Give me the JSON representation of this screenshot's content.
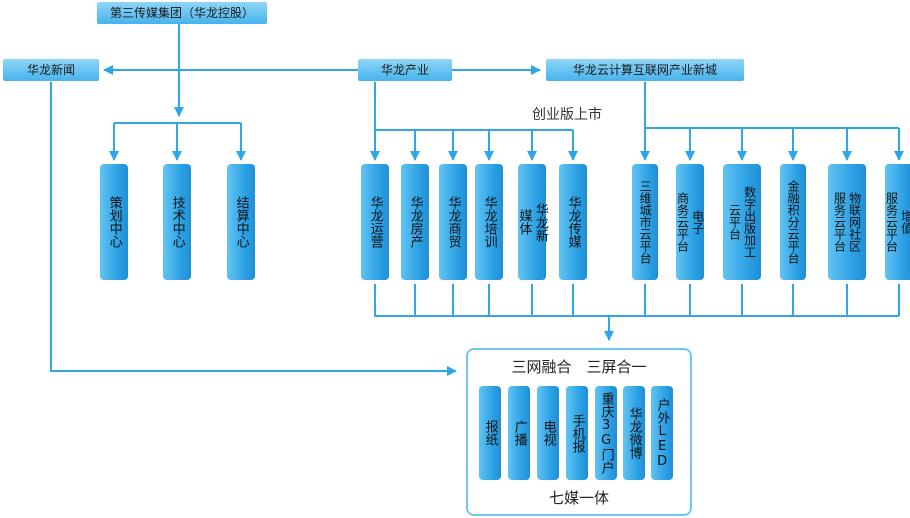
{
  "top": {
    "root": "第三传媒集团（华龙控股）",
    "news": "华龙新闻",
    "industry": "华龙产业",
    "cloud_city": "华龙云计算互联网产业新城"
  },
  "news_children": [
    [
      "策划中心"
    ],
    [
      "技术中心"
    ],
    [
      "结算中心"
    ]
  ],
  "gem_label": "创业版上市",
  "industry_children": [
    [
      "华龙运营"
    ],
    [
      "华龙房产"
    ],
    [
      "华龙商贸"
    ],
    [
      "华龙培训"
    ],
    [
      "华龙新",
      "媒体"
    ],
    [
      "华龙传媒"
    ]
  ],
  "cloud_children": [
    [
      "三维城市云平台"
    ],
    [
      "电子",
      "商务云平台"
    ],
    [
      "数字出版加工",
      "云平台"
    ],
    [
      "金融积分云平台"
    ],
    [
      "物联网社区",
      "服务云平台"
    ],
    [
      "增值",
      "服务云平台"
    ]
  ],
  "convergence": {
    "title": "三网融合　三屏合一",
    "media": [
      [
        "报纸"
      ],
      [
        "广播"
      ],
      [
        "电视"
      ],
      [
        "手机报"
      ],
      [
        "重庆3G门户"
      ],
      [
        "华龙微博"
      ],
      [
        "户外LED"
      ]
    ],
    "footer": "七媒一体"
  },
  "colors": {
    "line": "#2ea6e8",
    "box_light": "#8fd6f7",
    "box_dark": "#1e8fd6",
    "panel_border": "#6ec9f2"
  }
}
